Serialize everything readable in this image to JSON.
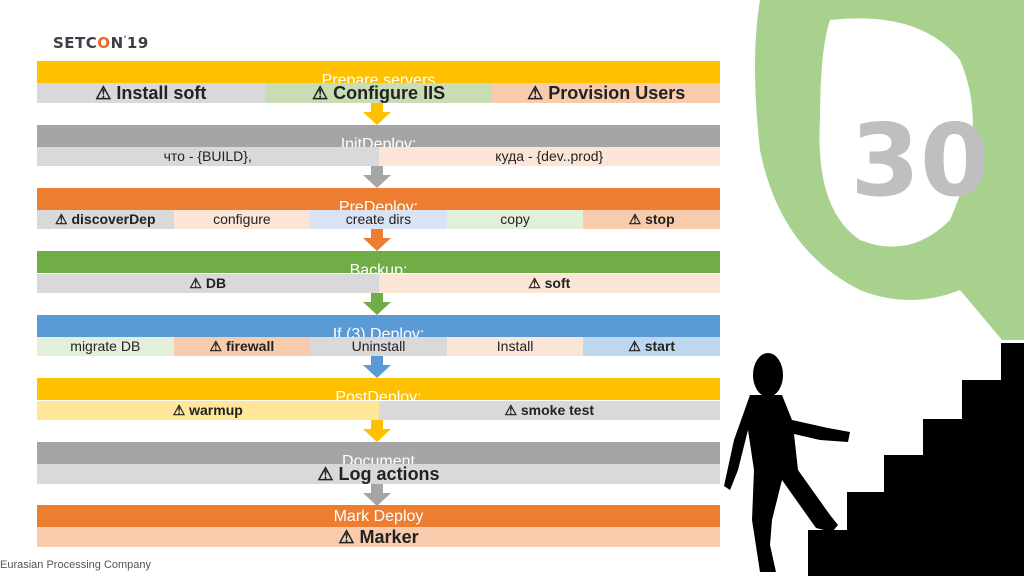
{
  "logo": {
    "prefix": "SETC",
    "accent": "O",
    "suffix": "N",
    "year": "19",
    "tick": "'"
  },
  "footer": "Eurasian Processing Company",
  "badge": {
    "number": "30"
  },
  "colors": {
    "yellow": "#ffc000",
    "gray": "#a5a5a5",
    "orange": "#ed7d31",
    "green": "#70ad47",
    "blue": "#5b9bd5",
    "bg_q": "#a9d18e"
  },
  "stages": [
    {
      "title": "Prepare servers",
      "items": [
        "⚠ Install soft",
        "⚠ Configure IIS",
        "⚠ Provision Users"
      ]
    },
    {
      "title": "InitDeploy:",
      "items": [
        "что - {BUILD},",
        "куда - {dev..prod}"
      ]
    },
    {
      "title": "PreDeploy:",
      "items": [
        "⚠ discoverDep",
        "configure",
        "create dirs",
        "copy",
        "⚠ stop"
      ]
    },
    {
      "title": "Backup:",
      "items": [
        "⚠ DB",
        "⚠ soft"
      ]
    },
    {
      "title": "If (3) Deploy:",
      "items": [
        "migrate DB",
        "⚠ firewall",
        "Uninstall",
        "Install",
        "⚠ start"
      ]
    },
    {
      "title": "PostDeploy:",
      "items": [
        "⚠ warmup",
        "⚠ smoke test"
      ]
    },
    {
      "title": "Document",
      "items": [
        "⚠ Log actions"
      ]
    },
    {
      "title": "Mark Deploy",
      "items": [
        "⚠ Marker"
      ]
    }
  ]
}
